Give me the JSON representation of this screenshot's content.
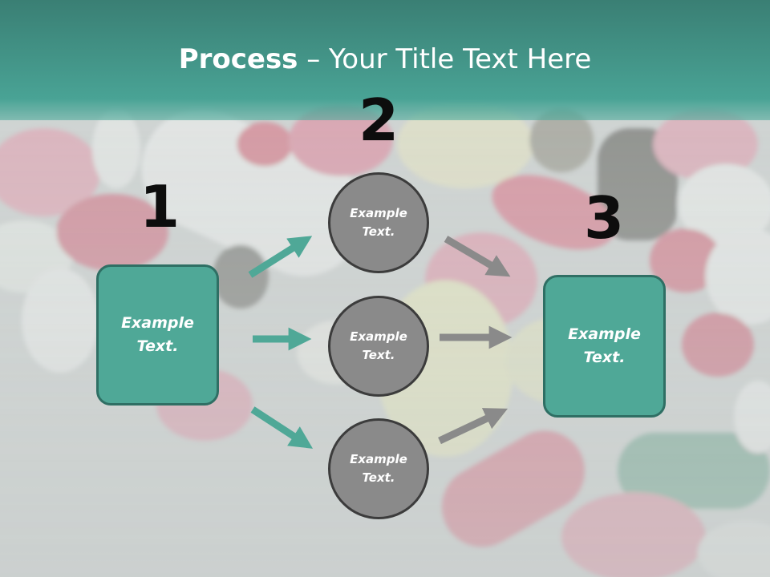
{
  "header": {
    "title_bold": "Process",
    "title_rest": " – Your Title Text Here"
  },
  "steps": {
    "one": {
      "number": "1",
      "box_text": "Example\nText."
    },
    "two": {
      "number": "2",
      "circles": [
        "Example\nText.",
        "Example\nText.",
        "Example\nText."
      ]
    },
    "three": {
      "number": "3",
      "box_text": "Example\nText."
    }
  },
  "colors": {
    "header_teal": "#44978a",
    "box_teal": "#4fa897",
    "box_border": "#2f6f64",
    "circle_gray": "#8a8a8a",
    "arrow_teal": "#4fa897",
    "arrow_gray": "#8a8a8a"
  },
  "background": "blurred photo of assorted pills and capsules"
}
